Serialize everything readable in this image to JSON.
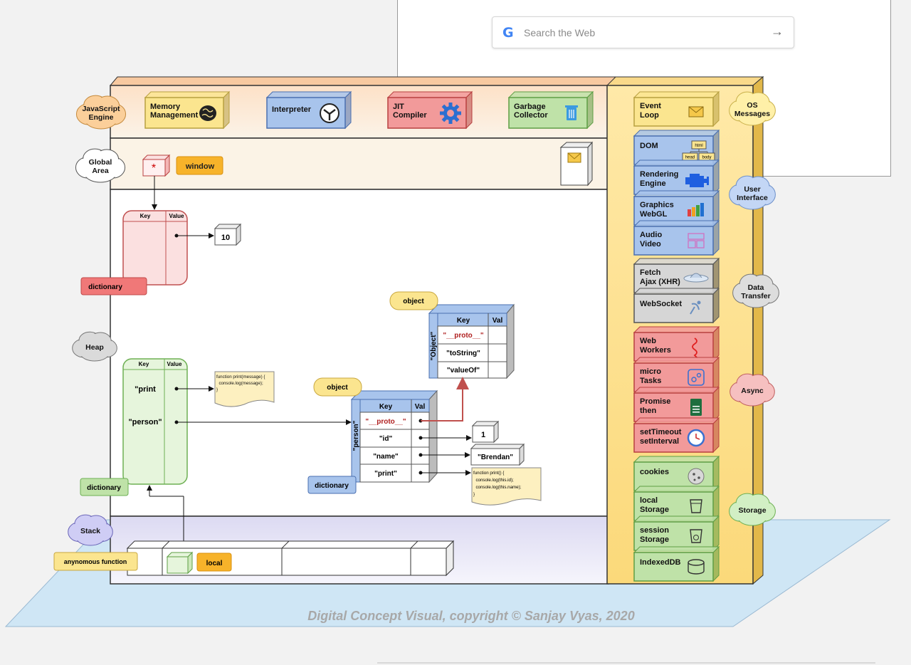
{
  "search": {
    "placeholder": "Search the Web",
    "logo": "G",
    "arrow": "→"
  },
  "clouds": [
    {
      "id": "js-engine",
      "lines": [
        "JavaScript",
        "Engine"
      ],
      "color": "#fbcf9a",
      "stroke": "#c48a3e"
    },
    {
      "id": "global-area",
      "lines": [
        "Global",
        "Area"
      ],
      "color": "#ffffff",
      "stroke": "#555555"
    },
    {
      "id": "heap",
      "lines": [
        "Heap"
      ],
      "color": "#dadada",
      "stroke": "#777777"
    },
    {
      "id": "stack",
      "lines": [
        "Stack"
      ],
      "color": "#cfcdf5",
      "stroke": "#6b66b8"
    },
    {
      "id": "os-messages",
      "lines": [
        "OS",
        "Messages"
      ],
      "color": "#fff0a8",
      "stroke": "#c9b04a"
    },
    {
      "id": "user-interface",
      "lines": [
        "User",
        "Interface"
      ],
      "color": "#c3d6f5",
      "stroke": "#6c8fc9"
    },
    {
      "id": "data-transfer",
      "lines": [
        "Data",
        "Transfer"
      ],
      "color": "#dddddd",
      "stroke": "#777777"
    },
    {
      "id": "async",
      "lines": [
        "Async"
      ],
      "color": "#f6c0c0",
      "stroke": "#c06060"
    },
    {
      "id": "storage",
      "lines": [
        "Storage"
      ],
      "color": "#d2efc4",
      "stroke": "#6eb054"
    }
  ],
  "engine_boxes": [
    {
      "id": "memory-management",
      "lines": [
        "Memory",
        "Management"
      ],
      "fill": "#fbe58f",
      "stroke": "#b8a040",
      "icon": "brain-icon"
    },
    {
      "id": "interpreter",
      "lines": [
        "Interpreter"
      ],
      "fill": "#a8c4ec",
      "stroke": "#4a6fb0",
      "icon": "fork-icon"
    },
    {
      "id": "jit-compiler",
      "lines": [
        "JIT",
        "Compiler"
      ],
      "fill": "#f29a9a",
      "stroke": "#b84040",
      "icon": "gear-icon"
    },
    {
      "id": "garbage-collector",
      "lines": [
        "Garbage",
        "Collector"
      ],
      "fill": "#bfe2a8",
      "stroke": "#5f9e45",
      "icon": "trash-icon"
    }
  ],
  "global": {
    "window_label": "window",
    "star": "*"
  },
  "heap": {
    "dict1": {
      "key_header": "Key",
      "value_header": "Value",
      "value": "10",
      "label": "dictionary"
    },
    "dict2": {
      "key_header": "Key",
      "value_header": "Value",
      "rows": [
        "\"print",
        "\"person\""
      ],
      "label": "dictionary",
      "function_note": [
        "function print(message) {",
        "  console.log(message);",
        "}"
      ]
    },
    "object_table": {
      "tag": "object",
      "side_label": "\"Object\"",
      "key_header": "Key",
      "val_header": "Val",
      "rows": [
        "\"__proto__\"",
        "\"toString\"",
        "\"valueOf\""
      ]
    },
    "person_table": {
      "tag": "object",
      "side_label": "\"person\"",
      "key_header": "Key",
      "val_header": "Val",
      "rows": [
        "\"__proto__\"",
        "\"id\"",
        "\"name\"",
        "\"print\""
      ],
      "label": "dictionary",
      "id_value": "1",
      "name_value": "\"Brendan\"",
      "print_note": [
        "function print() {",
        "  console.log(this.id);",
        "  console.log(this.name);",
        "}"
      ]
    }
  },
  "stack": {
    "anon_label": "anynomous function",
    "local_label": "local"
  },
  "browser_apis": [
    {
      "id": "event-loop",
      "lines": [
        "Event",
        "Loop"
      ],
      "fill": "#fbe58f",
      "stroke": "#b8a040",
      "icon": "envelope-icon",
      "group": "os"
    },
    {
      "id": "dom",
      "lines": [
        "DOM"
      ],
      "fill": "#a8c4ec",
      "stroke": "#4a6fb0",
      "icon": "dom-tree-icon",
      "group": "ui"
    },
    {
      "id": "rendering-engine",
      "lines": [
        "Rendering",
        "Engine"
      ],
      "fill": "#a8c4ec",
      "stroke": "#4a6fb0",
      "icon": "engine-icon",
      "group": "ui"
    },
    {
      "id": "graphics-webgl",
      "lines": [
        "Graphics",
        "WebGL"
      ],
      "fill": "#a8c4ec",
      "stroke": "#4a6fb0",
      "icon": "bars-icon",
      "group": "ui"
    },
    {
      "id": "audio-video",
      "lines": [
        "Audio",
        "Video"
      ],
      "fill": "#a8c4ec",
      "stroke": "#4a6fb0",
      "icon": "media-icon",
      "group": "ui"
    },
    {
      "id": "fetch-ajax",
      "lines": [
        "Fetch",
        "Ajax (XHR)"
      ],
      "fill": "#d6d6d6",
      "stroke": "#555555",
      "icon": "satellite-icon",
      "group": "data"
    },
    {
      "id": "websocket",
      "lines": [
        "WebSocket"
      ],
      "fill": "#d6d6d6",
      "stroke": "#555555",
      "icon": "antenna-icon",
      "group": "data"
    },
    {
      "id": "web-workers",
      "lines": [
        "Web",
        "Workers"
      ],
      "fill": "#f29a9a",
      "stroke": "#b84040",
      "icon": "squiggle-icon",
      "group": "async"
    },
    {
      "id": "micro-tasks",
      "lines": [
        "micro",
        "Tasks"
      ],
      "fill": "#f29a9a",
      "stroke": "#b84040",
      "icon": "tasks-icon",
      "group": "async"
    },
    {
      "id": "promise-then",
      "lines": [
        "Promise",
        "then"
      ],
      "fill": "#f29a9a",
      "stroke": "#b84040",
      "icon": "sheet-icon",
      "group": "async"
    },
    {
      "id": "settimeout",
      "lines": [
        "setTimeout",
        "setInterval"
      ],
      "fill": "#f29a9a",
      "stroke": "#b84040",
      "icon": "clock-icon",
      "group": "async"
    },
    {
      "id": "cookies",
      "lines": [
        "cookies"
      ],
      "fill": "#bfe2a8",
      "stroke": "#5f9e45",
      "icon": "cookie-icon",
      "group": "storage"
    },
    {
      "id": "local-storage",
      "lines": [
        "local",
        "Storage"
      ],
      "fill": "#bfe2a8",
      "stroke": "#5f9e45",
      "icon": "bucket-icon",
      "group": "storage"
    },
    {
      "id": "session-storage",
      "lines": [
        "session",
        "Storage"
      ],
      "fill": "#bfe2a8",
      "stroke": "#5f9e45",
      "icon": "bucket-gear-icon",
      "group": "storage"
    },
    {
      "id": "indexeddb",
      "lines": [
        "IndexedDB"
      ],
      "fill": "#bfe2a8",
      "stroke": "#5f9e45",
      "icon": "database-icon",
      "group": "storage"
    }
  ],
  "dom_tree": {
    "root": "html",
    "left": "head",
    "right": "body"
  },
  "copyright": "Digital Concept Visual, copyright © Sanjay Vyas, 2020"
}
